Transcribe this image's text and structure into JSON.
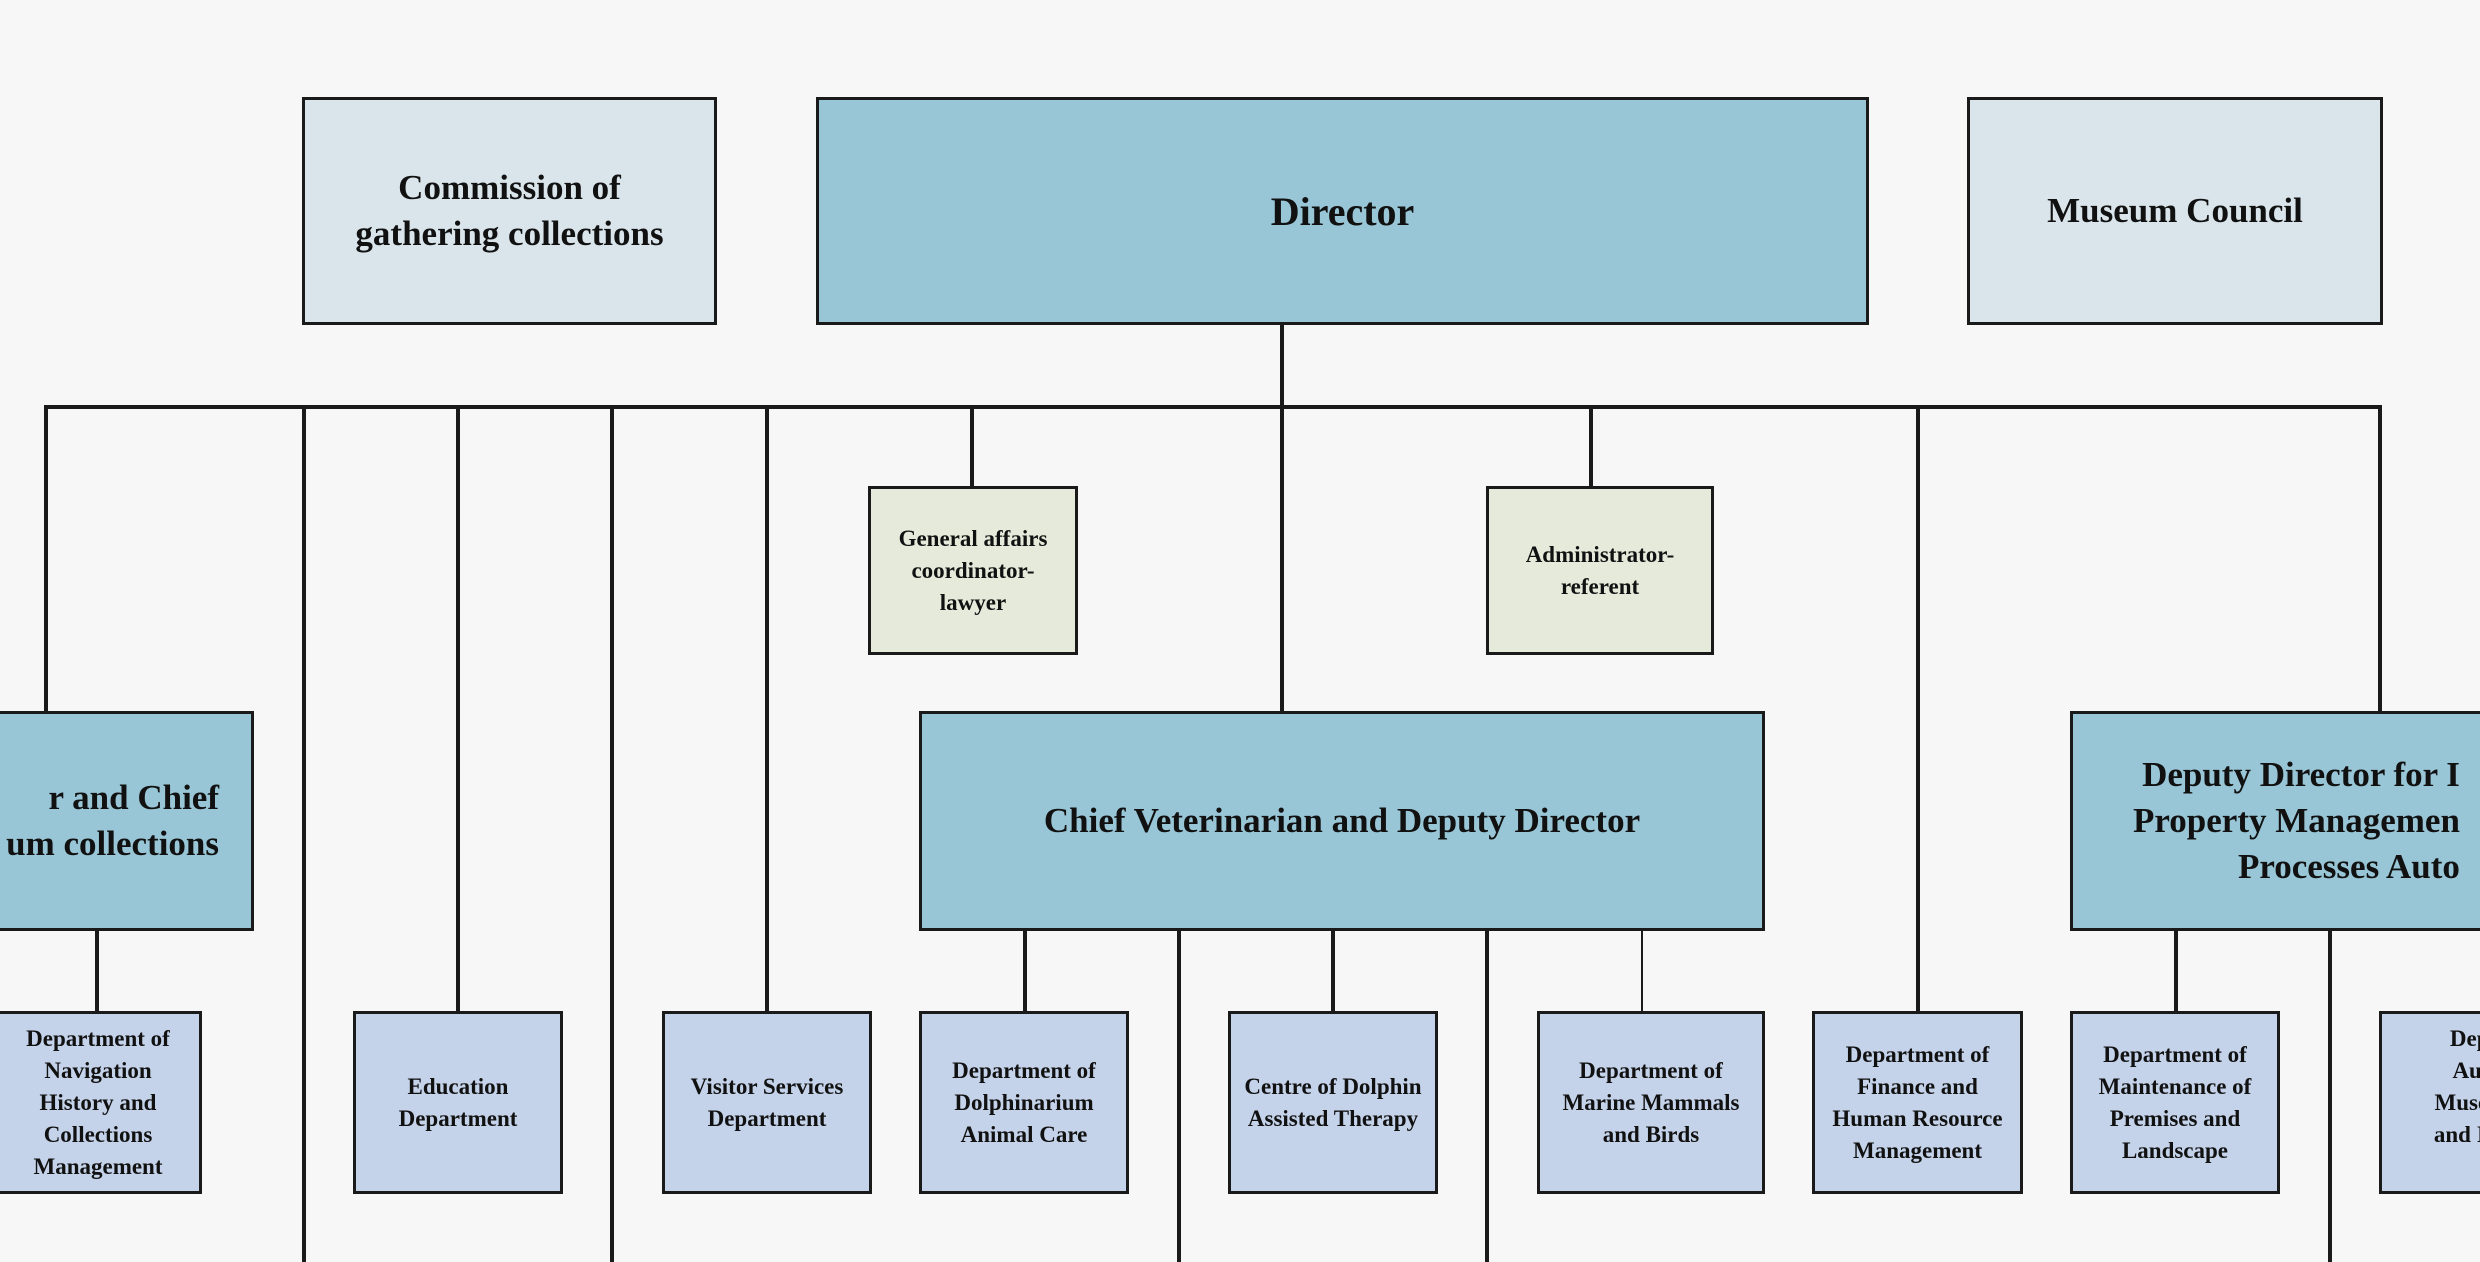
{
  "top": {
    "commission": "Commission of\ngathering collections",
    "director": "Director",
    "council": "Museum Council"
  },
  "assistants": {
    "general_affairs": "General affairs\ncoordinator-\nlawyer",
    "administrator": "Administrator-\nreferent"
  },
  "deputies": {
    "left_partial": "r and Chief\num collections",
    "chief_vet": "Chief Veterinarian and Deputy Director",
    "right_partial": "Deputy Director for I\nProperty Managemen\nProcesses Auto"
  },
  "departments": {
    "navigation_history": "Department of\nNavigation\nHistory and\nCollections\nManagement",
    "education": "Education\nDepartment",
    "visitor_services": "Visitor Services\nDepartment",
    "dolphinarium_care": "Department of\nDolphinarium\nAnimal Care",
    "dolphin_therapy": "Centre of Dolphin\nAssisted Therapy",
    "marine_mammals": "Department of\nMarine Mammals\nand Birds",
    "finance_hr": "Department of\nFinance and\nHuman Resource\nManagement",
    "maintenance": "Department of\nMaintenance of\nPremises and\nLandscape",
    "automation_partial": "Depa\nAuto\nMuseu\nand IT I"
  },
  "colors": {
    "background": "#f7f7f7",
    "top_box": "#d9e5eb",
    "director_box": "#98c6d6",
    "assistant_box": "#e5eadb",
    "department_box": "#c4d3ea",
    "line": "#1a1a1a"
  }
}
